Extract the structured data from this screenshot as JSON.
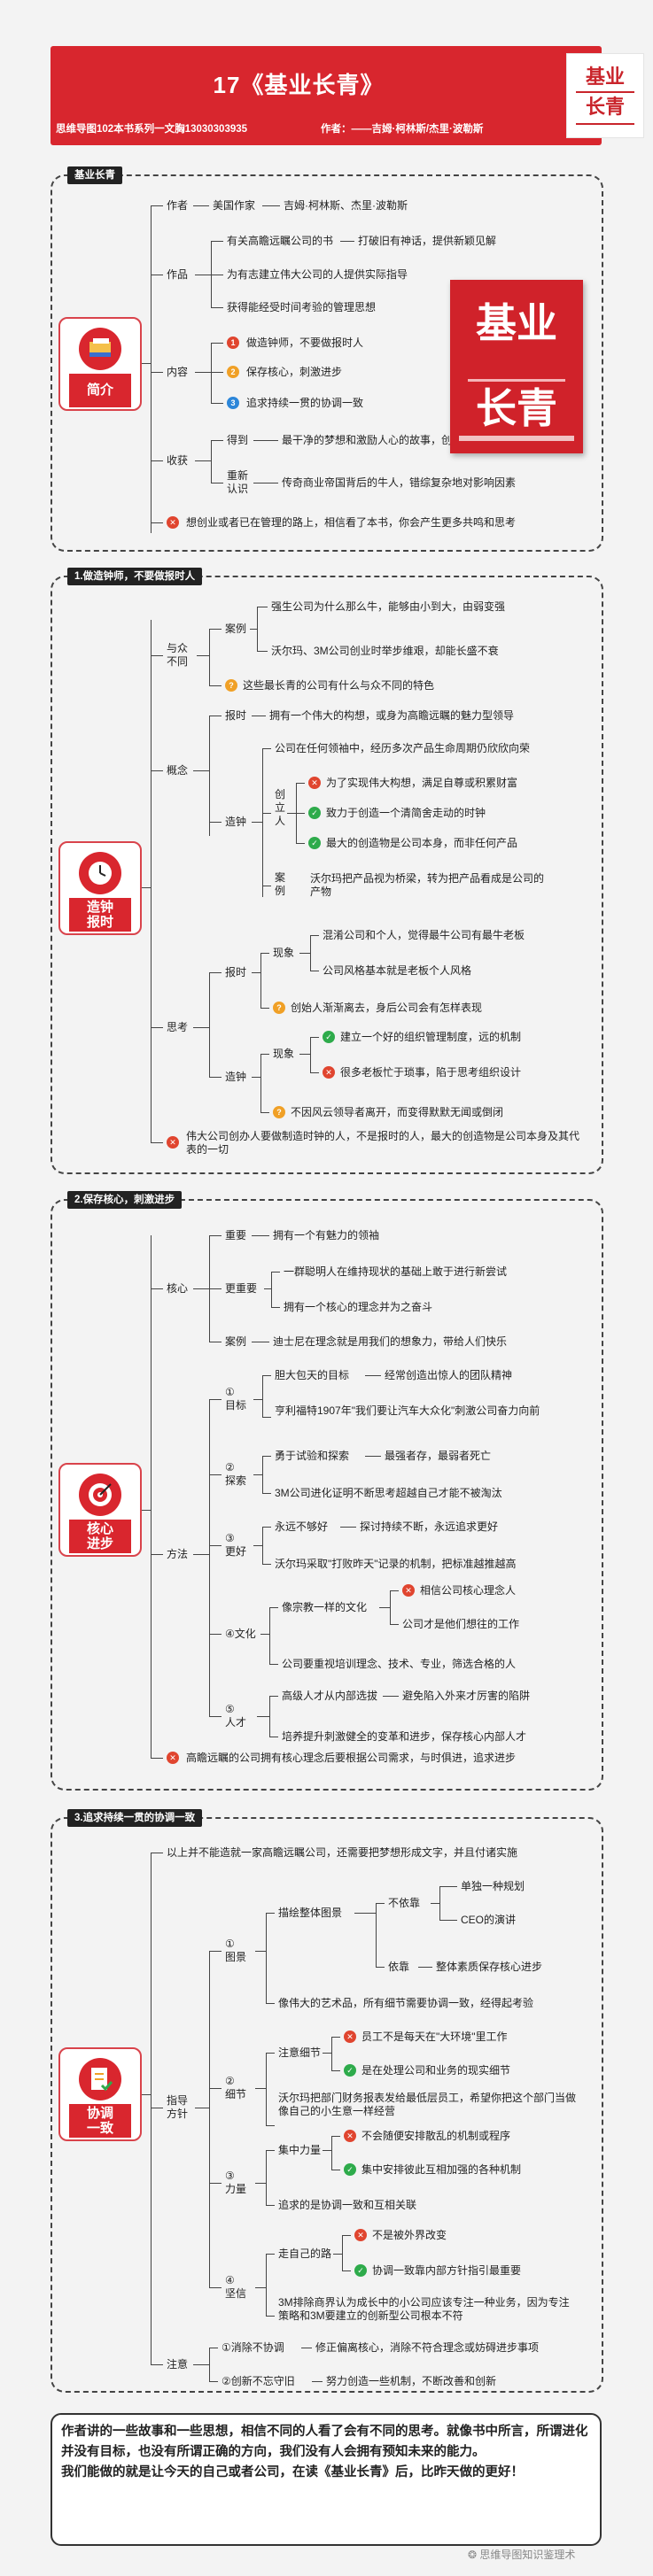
{
  "header": {
    "title": "17《基业长青》",
    "sub": "思维导图102本书系列一文胸13030303935",
    "author": "作者：——吉姆·柯林斯/杰里·波勒斯",
    "cover": [
      "基业",
      "长青"
    ]
  },
  "s0": {
    "tag": "基业长青",
    "card": "简介",
    "author_k": "作者",
    "author_v1": "美国作家",
    "author_v2": "吉姆·柯林斯、杰里·波勒斯",
    "works_k": "作品",
    "w1": "有关高瞻远瞩公司的书",
    "w1b": "打破旧有神话，提供新颖见解",
    "w2": "为有志建立伟大公司的人提供实际指导",
    "w3": "获得能经受时间考验的管理思想",
    "content_k": "内容",
    "c1": "做造钟师，不要做报时人",
    "c2": "保存核心，刺激进步",
    "c3": "追求持续一贯的协调一致",
    "gain_k": "收获",
    "g1k": "得到",
    "g1": "最干净的梦想和激励人心的故事，创业与企业的管理",
    "g2k": "重新认识",
    "g2": "传奇商业帝国背后的牛人，错综复杂地对影响因素",
    "last": "想创业或者已在管理的路上，相信看了本书，你会产生更多共鸣和思考",
    "cover": [
      "基业",
      "长青"
    ]
  },
  "s1": {
    "tag": "1.做造钟师，不要做报时人",
    "card": "造钟\n报时",
    "diff": "与众\n不同",
    "case": "案例",
    "case1": "强生公司为什么那么牛，能够由小到大，由弱变强",
    "case2": "沃尔玛、3M公司创业时举步维艰，却能长盛不衰",
    "case3": "这些最长青的公司有什么与众不同的特色",
    "concept": "概念",
    "report_k": "报时",
    "report": "拥有一个伟大的构想，或身为高瞻远瞩的魅力型领导",
    "make_k": "造钟",
    "make1": "公司在任何领袖中，经历多次产品生命周期仍欣欣向荣",
    "start": "创\n立\n人",
    "st1": "为了实现伟大构想，满足自尊或积累财富",
    "st2": "致力于创造一个清简舍走动的时钟",
    "st3": "最大的创造物是公司本身，而非任何产品",
    "ex_k": "案\n例",
    "ex": "沃尔玛把产品视为桥梁，转为把产品看成是公司的产物",
    "think": "思考",
    "rep2": "报时",
    "phen": "现象",
    "p1": "混淆公司和个人，觉得最牛公司有最牛老板",
    "p2": "公司风格基本就是老板个人风格",
    "p3": "创始人渐渐离去，身后公司会有怎样表现",
    "make2": "造钟",
    "phen2": "现象",
    "q1": "建立一个好的组织管理制度，远的机制",
    "q2": "很多老板忙于琐事，陷于思考组织设计",
    "q3": "不因风云领导者离开，而变得默默无闻或倒闭",
    "last": "伟大公司创办人要做制造时钟的人，不是报时的人，最大的创造物是公司本身及其代表的一切"
  },
  "s2": {
    "tag": "2.保存核心，刺激进步",
    "card": "核心\n进步",
    "core": "核心",
    "imp_k": "重要",
    "imp": "拥有一个有魅力的领袖",
    "more_k": "更重要",
    "more1": "一群聪明人在维持现状的基础上敢于进行新尝试",
    "more2": "拥有一个核心的理念并为之奋斗",
    "case_k": "案例",
    "case": "迪士尼在理念就是用我们的想象力，带给人们快乐",
    "method": "方法",
    "m1": "①\n目标",
    "m1a": "胆大包天的目标",
    "m1a2": "经常创造出惊人的团队精神",
    "m1b": "亨利福特1907年\"我们要让汽车大众化\"刺激公司奋力向前",
    "m2": "②\n探索",
    "m2a": "勇于试验和探索",
    "m2a2": "最强者存，最弱者死亡",
    "m2b": "3M公司进化证明不断思考超越自己才能不被淘汰",
    "m3": "③\n更好",
    "m3a": "永远不够好",
    "m3a2": "探讨持续不断，永远追求更好",
    "m3b": "沃尔玛采取\"打败昨天\"记录的机制，把标准越推越高",
    "m4": "④文化",
    "m4a": "像宗教一样的文化",
    "m4a1": "相信公司核心理念人",
    "m4a2": "公司才是他们想往的工作",
    "m4b": "公司要重视培训理念、技术、专业，筛选合格的人",
    "m5": "⑤\n人才",
    "m5a": "高级人才从内部选拔",
    "m5a2": "避免陷入外来才厉害的陷阱",
    "m5b": "培养提升刺激健全的变革和进步，保存核心内部人才",
    "last": "高瞻远瞩的公司拥有核心理念后要根据公司需求，与时俱进，追求进步"
  },
  "s3": {
    "tag": "3.追求持续一贯的协调一致",
    "card": "协调\n一致",
    "intro": "以上并不能造就一家高瞻远瞩公司，还需要把梦想形成文字，并且付诸实施",
    "guide": "指导\n方针",
    "g1": "①\n图景",
    "g1a": "描绘整体图景",
    "g1a_no": "不依靠",
    "g1a_n1": "单独一种规划",
    "g1a_n2": "CEO的演讲",
    "g1a_yes": "依靠",
    "g1a_y": "整体素质保存核心进步",
    "g1b": "像伟大的艺术品，所有细节需要协调一致，经得起考验",
    "g2": "②\n细节",
    "g2a": "注意细节",
    "g2a1": "员工不是每天在\"大环境\"里工作",
    "g2a2": "是在处理公司和业务的现实细节",
    "g2b": "沃尔玛把部门财务报表发给最低层员工，希望你把这个部门当做像自己的小生意一样经营",
    "g3": "③\n力量",
    "g3a": "集中力量",
    "g3a1": "不会随便安排散乱的机制或程序",
    "g3a2": "集中安排彼此互相加强的各种机制",
    "g3b": "追求的是协调一致和互相关联",
    "g4": "④\n坚信",
    "g4a": "走自己的路",
    "g4a1": "不是被外界改变",
    "g4a2": "协调一致靠内部方针指引最重要",
    "g4b": "3M排除商界认为成长中的小公司应该专注一种业务，因为专注策略和3M要建立的创新型公司根本不符",
    "note": "注意",
    "n1": "①消除不协调",
    "n1b": "修正偏离核心，消除不符合理念或妨碍进步事项",
    "n2": "②创新不忘守旧",
    "n2b": "努力创造一些机制，不断改善和创新"
  },
  "footer": {
    "text": "作者讲的一些故事和一些思想，相信不同的人看了会有不同的思考。就像书中所言，所谓进化并没有目标，也没有所谓正确的方向，我们没有人会拥有预知未来的能力。\n我们能做的就是让今天的自己或者公司，在读《基业长青》后，比昨天做的更好！"
  },
  "watermark": "思维导图知识鉴理术",
  "colors": {
    "red": "#d8262e",
    "orange": "#f0a026",
    "green": "#2eab4b",
    "blue": "#2c86d9"
  }
}
